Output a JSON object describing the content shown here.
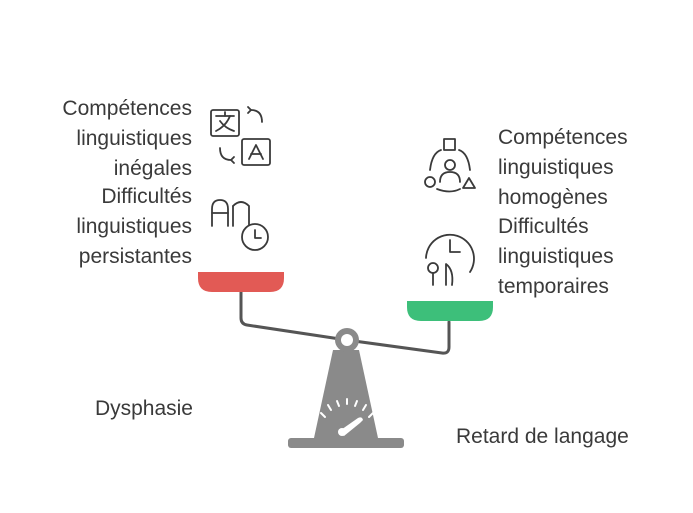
{
  "left_side": {
    "label_top": "Compétences\nlinguistiques\ninégales",
    "label_bottom": "Difficultés\nlinguistiques\npersistantes",
    "caption": "Dysphasie",
    "pan_color": "#e25a55",
    "icons": [
      "translate-icon",
      "speech-clock-icon"
    ]
  },
  "right_side": {
    "label_top": "Compétences\nlinguistiques\nhomogènes",
    "label_bottom": "Difficultés\nlinguistiques\ntemporaires",
    "caption": "Retard de langage",
    "pan_color": "#3dbf7a",
    "icons": [
      "shapes-person-icon",
      "clock-pin-icon"
    ]
  },
  "scale": {
    "color": "#8a8a8a"
  }
}
